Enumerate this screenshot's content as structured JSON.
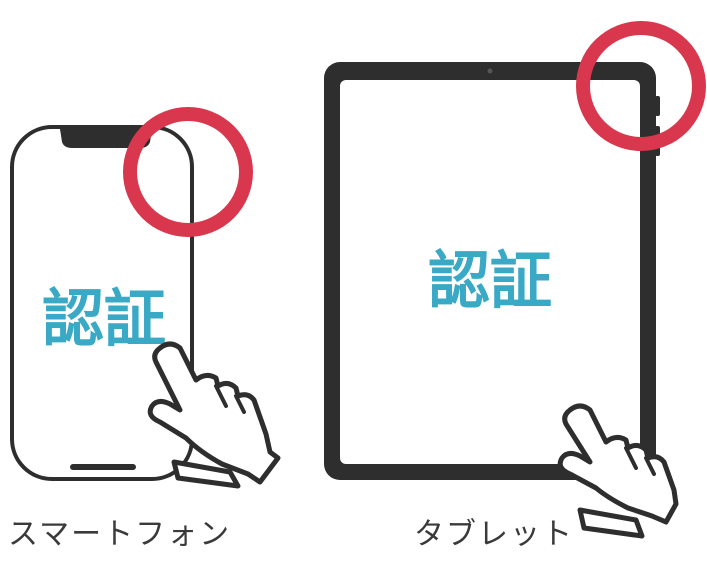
{
  "phone": {
    "label": "スマートフォン",
    "screen_text": "認証"
  },
  "tablet": {
    "label": "タブレット",
    "screen_text": "認証"
  },
  "colors": {
    "device_stroke": "#2e2e2e",
    "highlight_ring": "#d8374e",
    "auth_text": "#3aa9c6",
    "label_text": "#3a3a3a",
    "background": "#ffffff"
  },
  "icons": [
    "smartphone-icon",
    "tablet-icon",
    "pointing-hand-icon",
    "highlight-ring-icon"
  ]
}
